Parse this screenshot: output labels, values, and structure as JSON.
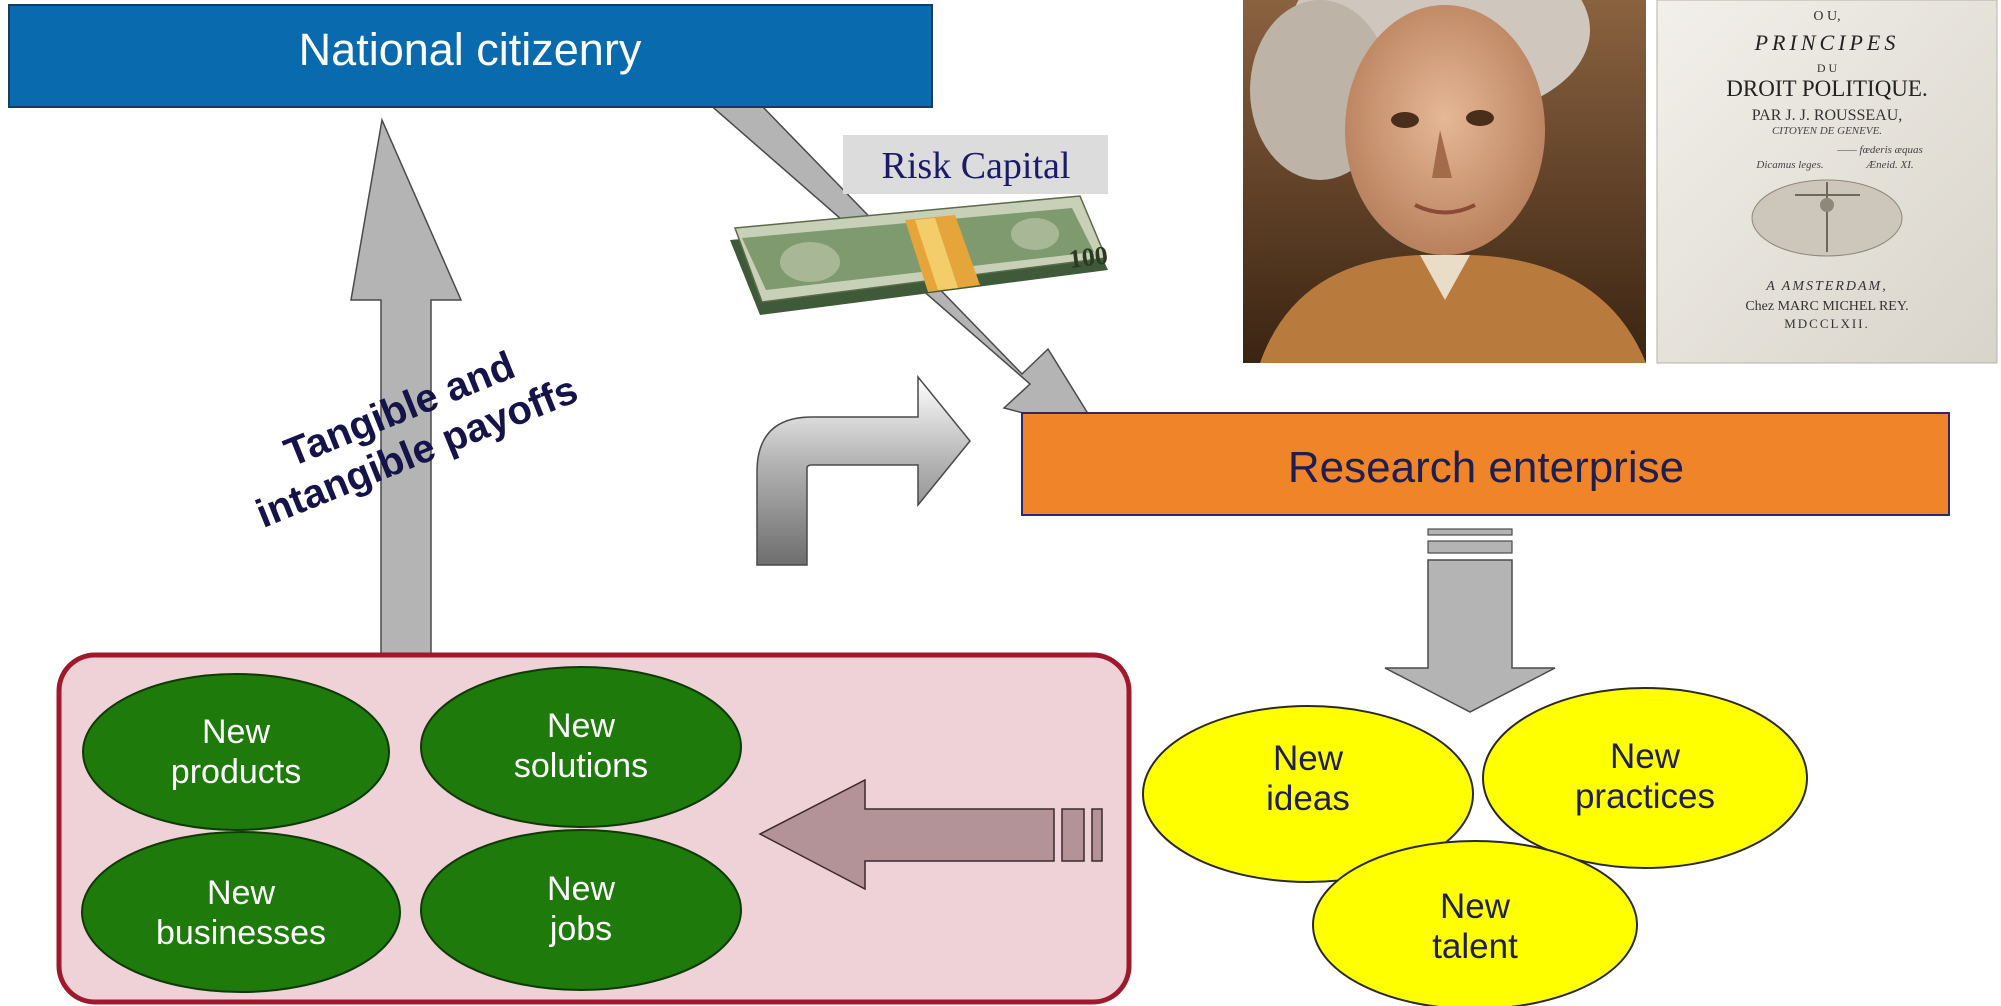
{
  "boxes": {
    "national": {
      "label": "National citizenry",
      "color": "#0a6aae"
    },
    "research": {
      "label": "Research enterprise",
      "color": "#f08428"
    }
  },
  "risk_capital": {
    "label": "Risk Capital",
    "banknote_print": "100"
  },
  "payoffs_label": {
    "line1": "Tangible and",
    "line2": "intangible payoffs"
  },
  "outcomes": [
    {
      "line1": "New",
      "line2": "products"
    },
    {
      "line1": "New",
      "line2": "solutions"
    },
    {
      "line1": "New",
      "line2": "businesses"
    },
    {
      "line1": "New",
      "line2": "jobs"
    }
  ],
  "research_outputs": [
    {
      "line1": "New",
      "line2": "ideas"
    },
    {
      "line1": "New",
      "line2": "practices"
    },
    {
      "line1": "New",
      "line2": "talent"
    }
  ],
  "book_title_page": {
    "lines": [
      "O U,",
      "PRINCIPES",
      "D U",
      "DROIT POLITIQUE.",
      "PAR J. J. ROUSSEAU,",
      "CITOYEN DE GENEVE.",
      "—— fœderis æquas",
      "Dicamus leges.",
      "Æneid. XI.",
      "A AMSTERDAM,",
      "Chez MARC MICHEL REY.",
      "MDCCLXII."
    ]
  },
  "colors": {
    "arrow_gray": "#b4b4b4",
    "outcome_panel": "#efd2d8",
    "outcome_border": "#a0182c",
    "green_ellipse": "#1e7a0a",
    "yellow_ellipse": "#ffff00",
    "inner_arrow": "#b39398",
    "payoffs_text": "#14144a"
  }
}
